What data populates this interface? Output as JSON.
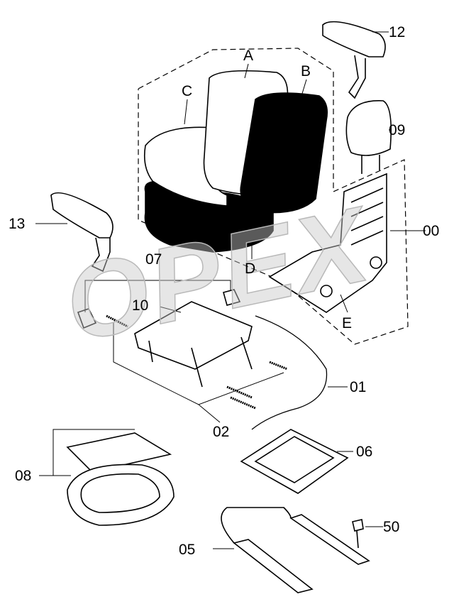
{
  "diagram": {
    "watermark": "OPEX",
    "part_labels": {
      "A": "A",
      "B": "B",
      "C": "C",
      "D": "D",
      "E": "E",
      "p00": "00",
      "p01": "01",
      "p02": "02",
      "p05": "05",
      "p06": "06",
      "p07": "07",
      "p08": "08",
      "p09": "09",
      "p10": "10",
      "p12": "12",
      "p13": "13",
      "p50": "50"
    }
  }
}
